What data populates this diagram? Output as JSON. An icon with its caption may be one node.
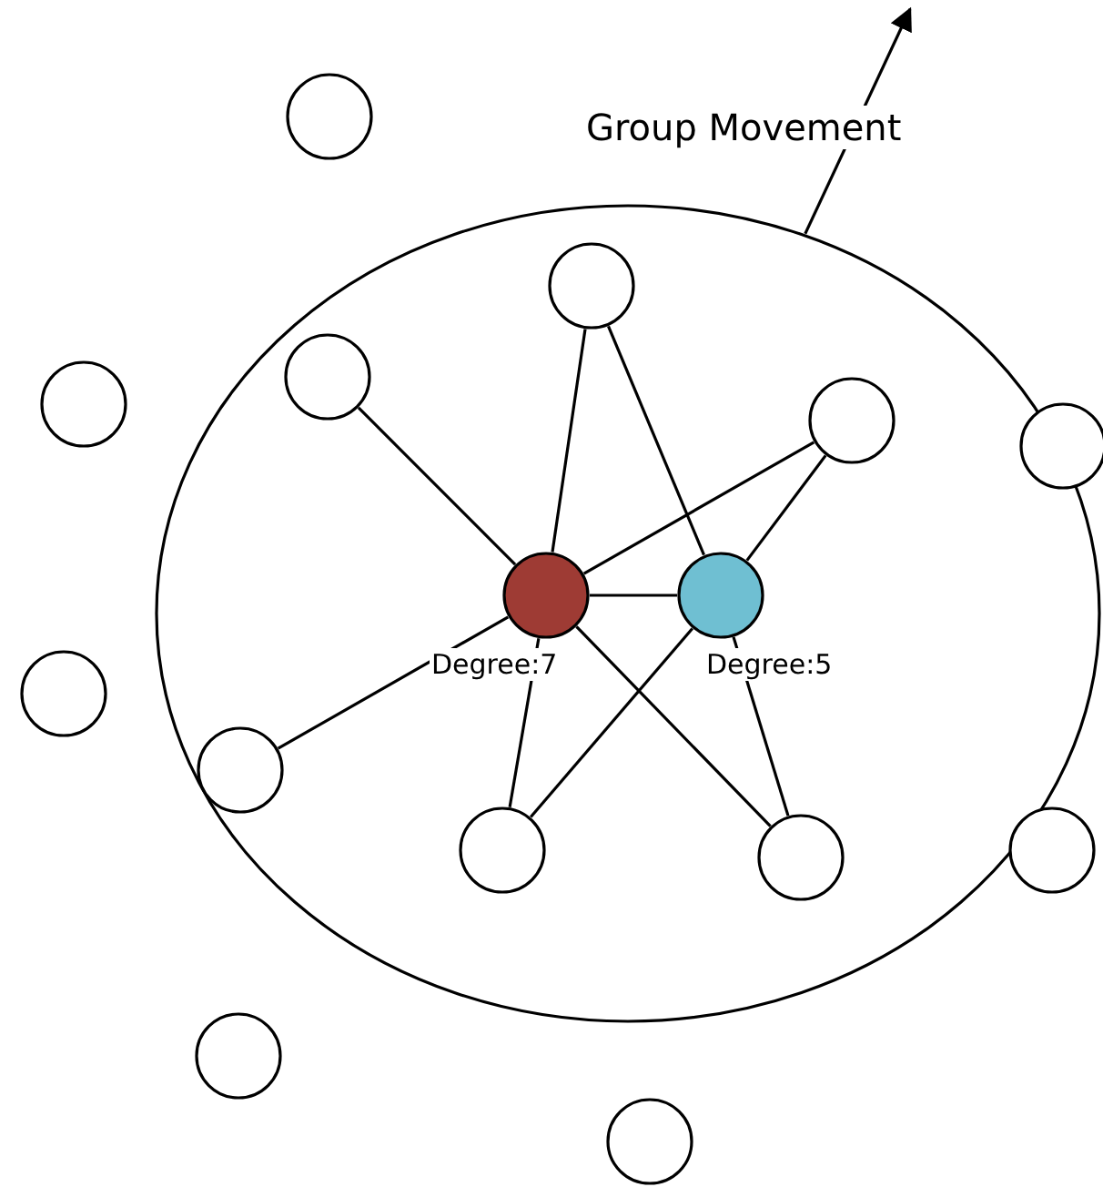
{
  "diagram": {
    "nodes": [
      {
        "text": [],
        "shape": "circle"
      },
      {
        "text": [],
        "shape": "circle",
        "in": 0
      },
      {
        "text": [],
        "shape": "circle",
        "in": 0
      },
      {
        "text": [],
        "shape": "circle",
        "in": 0
      },
      {
        "text": [],
        "shape": "circle",
        "in": 0,
        "beside": [
          "Degree:7"
        ]
      },
      {
        "text": [],
        "shape": "circle",
        "in": 0,
        "beside": [
          "Degree:5"
        ]
      },
      {
        "text": [],
        "shape": "circle",
        "in": 0
      },
      {
        "text": [],
        "shape": "circle",
        "in": 0
      },
      {
        "text": [],
        "shape": "circle",
        "in": 0
      },
      {
        "text": [],
        "shape": "circle"
      },
      {
        "text": [],
        "shape": "circle"
      },
      {
        "text": [],
        "shape": "circle"
      },
      {
        "text": [],
        "shape": "circle"
      },
      {
        "text": [],
        "shape": "circle"
      },
      {
        "text": [],
        "shape": "circle"
      },
      {
        "text": [],
        "shape": "circle"
      }
    ],
    "edges": [
      {
        "from": 4,
        "to": 2,
        "arrow": "none"
      },
      {
        "from": 4,
        "to": 1,
        "arrow": "none"
      },
      {
        "from": 4,
        "to": 3,
        "arrow": "none"
      },
      {
        "from": 4,
        "to": 5,
        "arrow": "none"
      },
      {
        "from": 4,
        "to": 6,
        "arrow": "none"
      },
      {
        "from": 4,
        "to": 7,
        "arrow": "none"
      },
      {
        "from": 4,
        "to": 8,
        "arrow": "none"
      },
      {
        "from": 5,
        "to": 1,
        "arrow": "none"
      },
      {
        "from": 5,
        "to": 3,
        "arrow": "none"
      },
      {
        "from": 5,
        "to": 7,
        "arrow": "none"
      },
      {
        "from": 5,
        "to": 8,
        "arrow": "none"
      },
      {
        "from": 0,
        "to": null,
        "arrow": "to",
        "label": "Group Movement"
      }
    ]
  }
}
